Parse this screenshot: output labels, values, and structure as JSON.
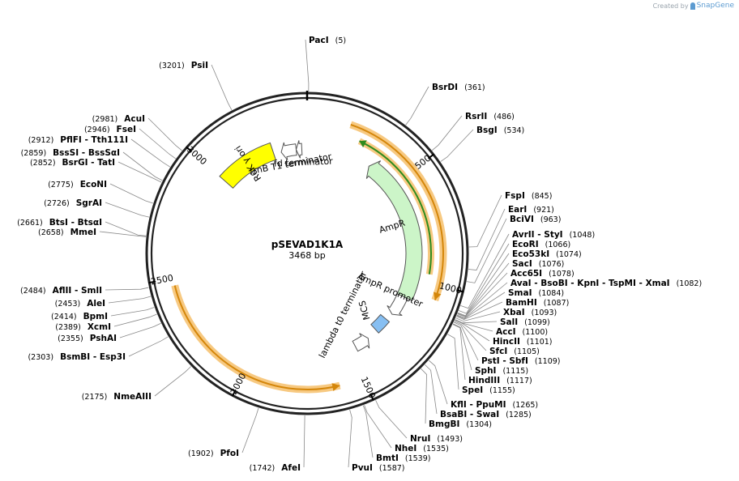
{
  "watermark": {
    "prefix": "Created by",
    "brand": "SnapGene"
  },
  "plasmid": {
    "name": "pSEVAD1K1A",
    "length_label": "3468 bp",
    "length": 3468
  },
  "colors": {
    "backbone": "#222222",
    "orange_highlight": "#f7c981",
    "orange_arrow": "#d4860a",
    "green_arrow": "#2e8b1e",
    "ampr_fill": "#ccf5c8",
    "r6k_fill": "#ffff00",
    "mcs_fill": "#87bff2"
  },
  "ticks": [
    {
      "pos": 500,
      "label": "500"
    },
    {
      "pos": 1000,
      "label": "1000"
    },
    {
      "pos": 1500,
      "label": "1500"
    },
    {
      "pos": 2000,
      "label": "2000"
    },
    {
      "pos": 2500,
      "label": "2500"
    },
    {
      "pos": 3000,
      "label": "3000"
    }
  ],
  "features": [
    {
      "id": "ampr",
      "label": "AmpR",
      "type": "arrow",
      "start": 340,
      "end": 1100,
      "direction": "cw"
    },
    {
      "id": "ampr-promoter",
      "label": "AmpR promoter",
      "type": "arrow",
      "start": 1100,
      "end": 1210,
      "direction": "cw"
    },
    {
      "id": "mcs",
      "label": "MCS",
      "type": "box",
      "start": 1250,
      "end": 1330
    },
    {
      "id": "lambda-t0",
      "label": "lambda t0 terminator",
      "type": "arrow",
      "start": 1390,
      "end": 1470,
      "direction": "ccw"
    },
    {
      "id": "fd-term",
      "label": "fd terminator",
      "type": "arrow",
      "start": 3410,
      "end": 3440,
      "direction": "ccw"
    },
    {
      "id": "rrnb-t1",
      "label": "rrnB T1 terminator",
      "type": "arrow",
      "start": 3330,
      "end": 3410,
      "direction": "ccw"
    },
    {
      "id": "r6k",
      "label": "R6K γ ori",
      "type": "box",
      "start": 3000,
      "end": 3290
    }
  ],
  "orange_regions": [
    {
      "start": 180,
      "end": 1060,
      "direction": "cw"
    },
    {
      "start": 1600,
      "end": 2470,
      "direction": "ccw"
    }
  ],
  "green_regions": [
    {
      "start": 240,
      "end": 960,
      "direction": "ccw"
    }
  ],
  "sites": [
    {
      "name": "PacI",
      "pos": "(5)",
      "pos_num": 5,
      "side": "right"
    },
    {
      "name": "BsrDI",
      "pos": "(361)",
      "pos_num": 361,
      "side": "right"
    },
    {
      "name": "RsrII",
      "pos": "(486)",
      "pos_num": 486,
      "side": "right"
    },
    {
      "name": "BsgI",
      "pos": "(534)",
      "pos_num": 534,
      "side": "right"
    },
    {
      "name": "FspI",
      "pos": "(845)",
      "pos_num": 845,
      "side": "right"
    },
    {
      "name": "EarI",
      "pos": "(921)",
      "pos_num": 921,
      "side": "right"
    },
    {
      "name": "BciVI",
      "pos": "(963)",
      "pos_num": 963,
      "side": "right"
    },
    {
      "name": "AvrII  - StyI",
      "pos": "(1048)",
      "pos_num": 1048,
      "side": "right"
    },
    {
      "name": "EcoRI",
      "pos": "(1066)",
      "pos_num": 1066,
      "side": "right"
    },
    {
      "name": "Eco53kI",
      "pos": "(1074)",
      "pos_num": 1074,
      "side": "right"
    },
    {
      "name": "SacI",
      "pos": "(1076)",
      "pos_num": 1076,
      "side": "right"
    },
    {
      "name": "Acc65I",
      "pos": "(1078)",
      "pos_num": 1078,
      "side": "right"
    },
    {
      "name": "AvaI  - BsoBI  - KpnI  - TspMI  - XmaI",
      "pos": "(1082)",
      "pos_num": 1082,
      "side": "right"
    },
    {
      "name": "SmaI",
      "pos": "(1084)",
      "pos_num": 1084,
      "side": "right"
    },
    {
      "name": "BamHI",
      "pos": "(1087)",
      "pos_num": 1087,
      "side": "right"
    },
    {
      "name": "XbaI",
      "pos": "(1093)",
      "pos_num": 1093,
      "side": "right"
    },
    {
      "name": "SalI",
      "pos": "(1099)",
      "pos_num": 1099,
      "side": "right"
    },
    {
      "name": "AccI",
      "pos": "(1100)",
      "pos_num": 1100,
      "side": "right"
    },
    {
      "name": "HincII",
      "pos": "(1101)",
      "pos_num": 1101,
      "side": "right"
    },
    {
      "name": "SfcI",
      "pos": "(1105)",
      "pos_num": 1105,
      "side": "right"
    },
    {
      "name": "PstI  - SbfI",
      "pos": "(1109)",
      "pos_num": 1109,
      "side": "right"
    },
    {
      "name": "SphI",
      "pos": "(1115)",
      "pos_num": 1115,
      "side": "right"
    },
    {
      "name": "HindIII",
      "pos": "(1117)",
      "pos_num": 1117,
      "side": "right"
    },
    {
      "name": "SpeI",
      "pos": "(1155)",
      "pos_num": 1155,
      "side": "right"
    },
    {
      "name": "KflI  - PpuMI",
      "pos": "(1265)",
      "pos_num": 1265,
      "side": "right"
    },
    {
      "name": "BsaBI  - SwaI",
      "pos": "(1285)",
      "pos_num": 1285,
      "side": "right"
    },
    {
      "name": "BmgBI",
      "pos": "(1304)",
      "pos_num": 1304,
      "side": "right"
    },
    {
      "name": "NruI",
      "pos": "(1493)",
      "pos_num": 1493,
      "side": "right"
    },
    {
      "name": "NheI",
      "pos": "(1535)",
      "pos_num": 1535,
      "side": "right"
    },
    {
      "name": "BmtI",
      "pos": "(1539)",
      "pos_num": 1539,
      "side": "right"
    },
    {
      "name": "PvuI",
      "pos": "(1587)",
      "pos_num": 1587,
      "side": "right"
    },
    {
      "name": "AfeI",
      "pos": "(1742)",
      "pos_num": 1742,
      "side": "left"
    },
    {
      "name": "PfoI",
      "pos": "(1902)",
      "pos_num": 1902,
      "side": "left"
    },
    {
      "name": "NmeAIII",
      "pos": "(2175)",
      "pos_num": 2175,
      "side": "left"
    },
    {
      "name": "BsmBI  - Esp3I",
      "pos": "(2303)",
      "pos_num": 2303,
      "side": "left"
    },
    {
      "name": "PshAI",
      "pos": "(2355)",
      "pos_num": 2355,
      "side": "left"
    },
    {
      "name": "XcmI",
      "pos": "(2389)",
      "pos_num": 2389,
      "side": "left"
    },
    {
      "name": "BpmI",
      "pos": "(2414)",
      "pos_num": 2414,
      "side": "left"
    },
    {
      "name": "AleI",
      "pos": "(2453)",
      "pos_num": 2453,
      "side": "left"
    },
    {
      "name": "AflII  - SmlI",
      "pos": "(2484)",
      "pos_num": 2484,
      "side": "left"
    },
    {
      "name": "MmeI",
      "pos": "(2658)",
      "pos_num": 2658,
      "side": "left"
    },
    {
      "name": "BtsI  - BtsαI",
      "pos": "(2661)",
      "pos_num": 2661,
      "side": "left"
    },
    {
      "name": "SgrAI",
      "pos": "(2726)",
      "pos_num": 2726,
      "side": "left"
    },
    {
      "name": "EcoNI",
      "pos": "(2775)",
      "pos_num": 2775,
      "side": "left"
    },
    {
      "name": "BsrGI  - TatI",
      "pos": "(2852)",
      "pos_num": 2852,
      "side": "left"
    },
    {
      "name": "BssSI  - BssSαI",
      "pos": "(2859)",
      "pos_num": 2859,
      "side": "left"
    },
    {
      "name": "PflFI  - Tth111I",
      "pos": "(2912)",
      "pos_num": 2912,
      "side": "left"
    },
    {
      "name": "FseI",
      "pos": "(2946)",
      "pos_num": 2946,
      "side": "left"
    },
    {
      "name": "AcuI",
      "pos": "(2981)",
      "pos_num": 2981,
      "side": "left"
    },
    {
      "name": "PsiI",
      "pos": "(3201)",
      "pos_num": 3201,
      "side": "left"
    }
  ]
}
